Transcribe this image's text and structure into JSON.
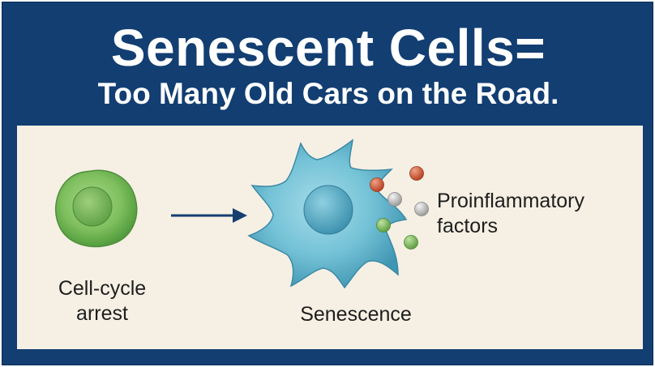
{
  "header": {
    "title": "Senescent Cells=",
    "subtitle": "Too Many Old Cars on the Road."
  },
  "diagram": {
    "arrest_label_line1": "Cell-cycle",
    "arrest_label_line2": "arrest",
    "senescence_label": "Senescence",
    "factors_label_line1": "Proinflammatory",
    "factors_label_line2": "factors"
  },
  "colors": {
    "banner": "#123e72",
    "panel": "#f6f0e4",
    "healthy_cell": "#7fbf5e",
    "senescent_cell": "#6dbdd2",
    "arrow": "#163e70",
    "factor_red": "#c8573a",
    "factor_gray": "#c9c9c9",
    "factor_green": "#7db85a"
  }
}
